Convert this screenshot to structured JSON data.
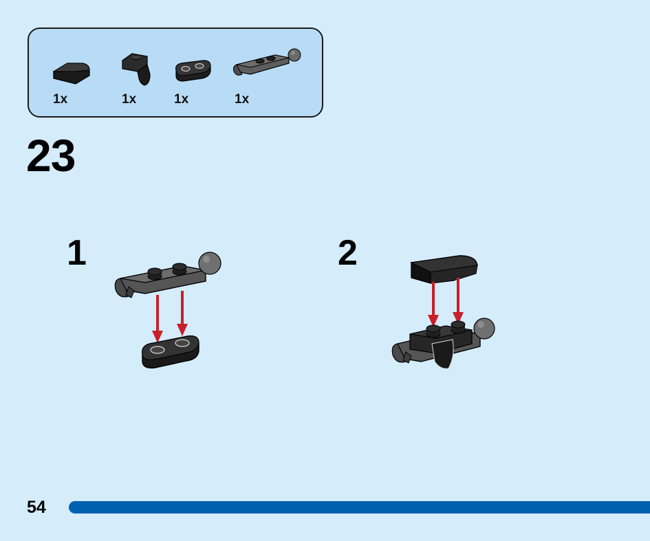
{
  "parts_list": [
    {
      "name": "Black curved slope 1x2",
      "qty": "1x",
      "color": "#1f1f1f"
    },
    {
      "name": "Black bracket with curved nose",
      "qty": "1x",
      "color": "#1f1f1f"
    },
    {
      "name": "Black plate 1x2 rounded",
      "qty": "1x",
      "color": "#1f1f1f"
    },
    {
      "name": "Dark grey plate with clip and ball",
      "qty": "1x",
      "color": "#5a5a5a"
    }
  ],
  "step": {
    "number": "23"
  },
  "substeps": [
    {
      "number": "1"
    },
    {
      "number": "2"
    }
  ],
  "page": {
    "number": "54"
  },
  "colors": {
    "background": "#d5ecfb",
    "parts_box": "#b8dcf6",
    "arrow": "#c8202a",
    "page_bar": "#0061b0"
  }
}
